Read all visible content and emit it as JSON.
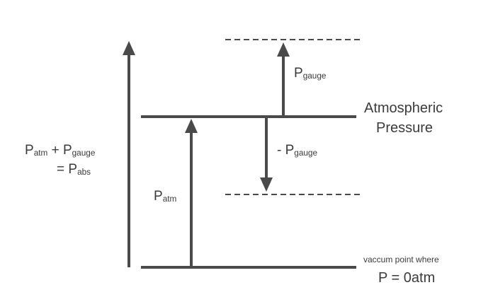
{
  "colors": {
    "line": "#4a4a4a",
    "text": "#3b3b3b",
    "background": "#ffffff"
  },
  "labels": {
    "p_abs_line1": {
      "base1": "P",
      "sub1": "atm",
      "op1": " + P",
      "sub2": "gauge"
    },
    "p_abs_line2": {
      "prefix": "= P",
      "sub": "abs"
    },
    "p_gauge": {
      "base": "P",
      "sub": "gauge"
    },
    "neg_p_gauge": {
      "base": "- P",
      "sub": "gauge"
    },
    "p_atm": {
      "base": "P",
      "sub": "atm"
    },
    "atmospheric_pressure_line1": "Atmospheric",
    "atmospheric_pressure_line2": "Pressure",
    "vacuum_line1": "vaccum point where",
    "vacuum_line2": "P = 0atm"
  },
  "icons": {
    "arrowhead": "triangle-arrowhead-icon"
  }
}
